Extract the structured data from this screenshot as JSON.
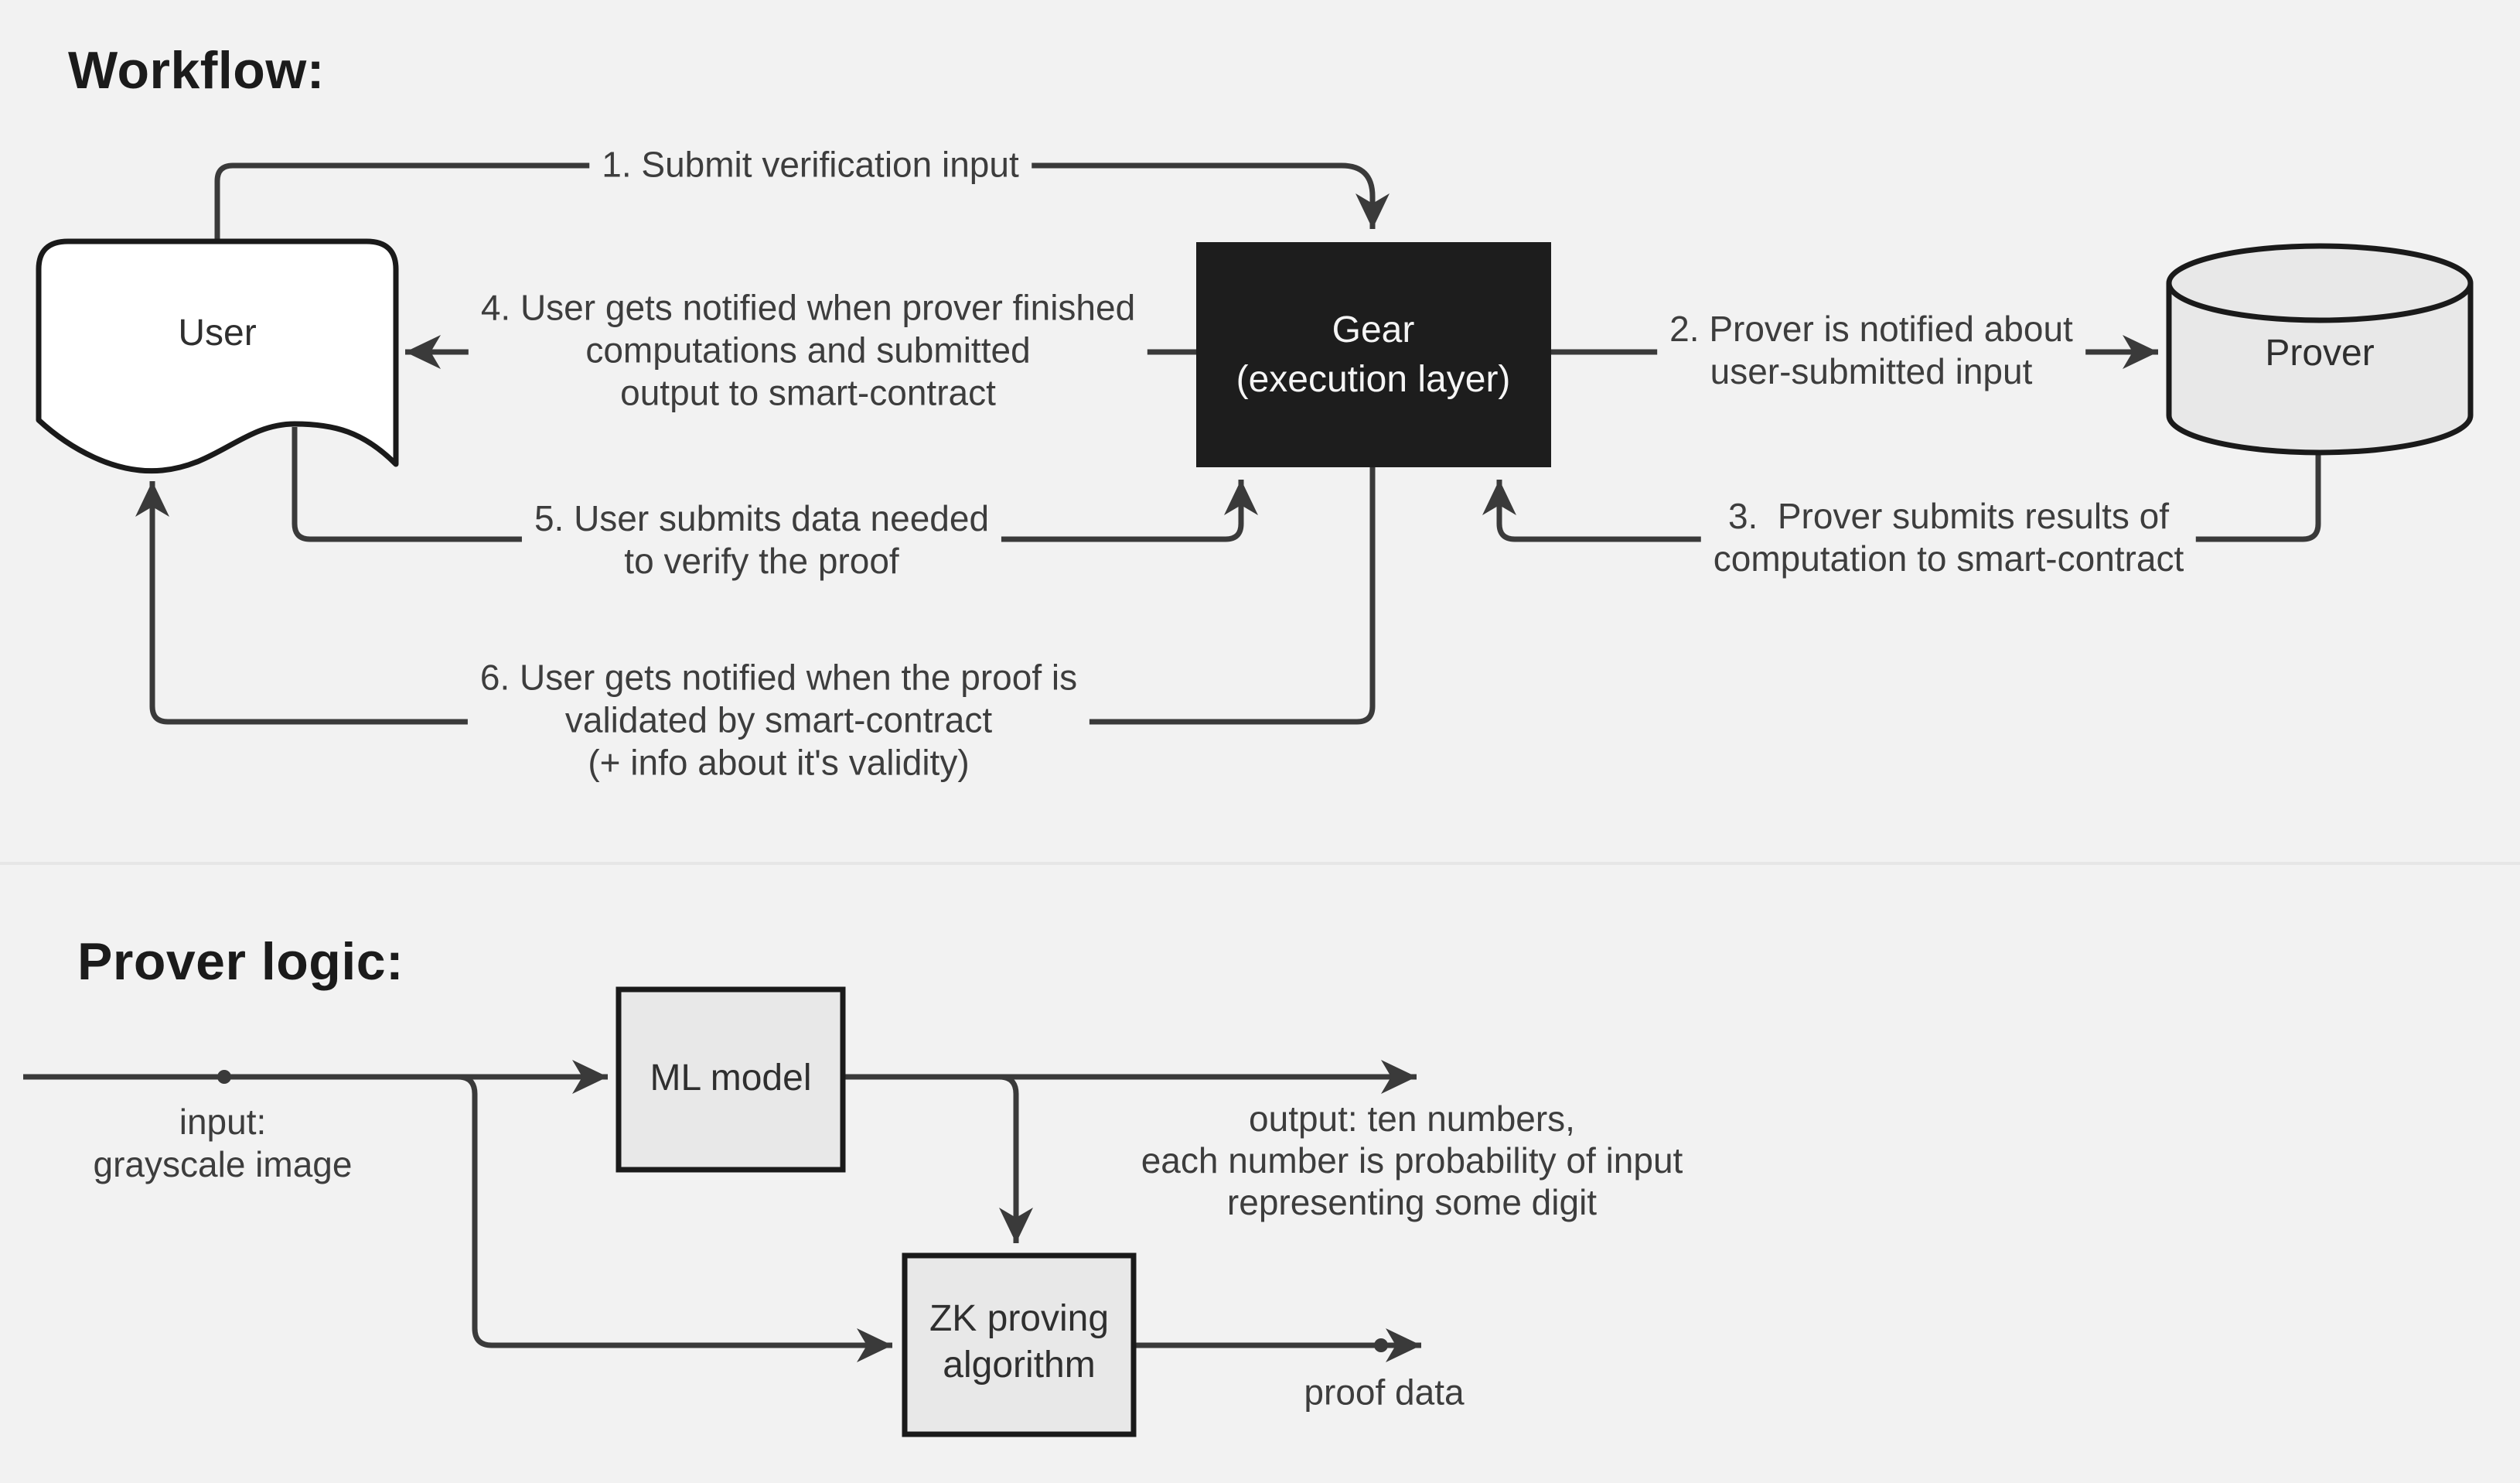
{
  "colors": {
    "background": "#f2f2f2",
    "line": "#3a3a3a",
    "node_stroke": "#1a1a1a",
    "node_fill_light": "#e8e8e8",
    "node_fill_dark": "#1d1d1d",
    "node_fill_white": "#ffffff",
    "text": "#3d3d3d",
    "text_on_dark": "#f5f5f5"
  },
  "workflow": {
    "title": "Workflow:",
    "nodes": {
      "user": {
        "label": "User"
      },
      "gear": {
        "label": "Gear\n(execution layer)"
      },
      "prover": {
        "label": "Prover"
      }
    },
    "edges": {
      "e1": {
        "label": "1. Submit verification input"
      },
      "e2": {
        "label": "2. Prover is notified about\nuser-submitted input"
      },
      "e3": {
        "label": "3.  Prover submits results of\ncomputation to smart-contract"
      },
      "e4": {
        "label": "4. User gets notified when prover finished\ncomputations and submitted\noutput to smart-contract"
      },
      "e5": {
        "label": "5. User submits data needed\nto verify the proof"
      },
      "e6": {
        "label": "6. User gets notified when the proof is\nvalidated by smart-contract\n(+ info about it's validity)"
      }
    }
  },
  "prover_logic": {
    "title": "Prover logic:",
    "nodes": {
      "ml_model": {
        "label": "ML model"
      },
      "zk": {
        "label": "ZK proving\nalgorithm"
      }
    },
    "labels": {
      "input": "input:\ngrayscale image",
      "output": "output: ten numbers,\neach number is probability of input\nrepresenting some digit",
      "proof": "proof data"
    }
  }
}
